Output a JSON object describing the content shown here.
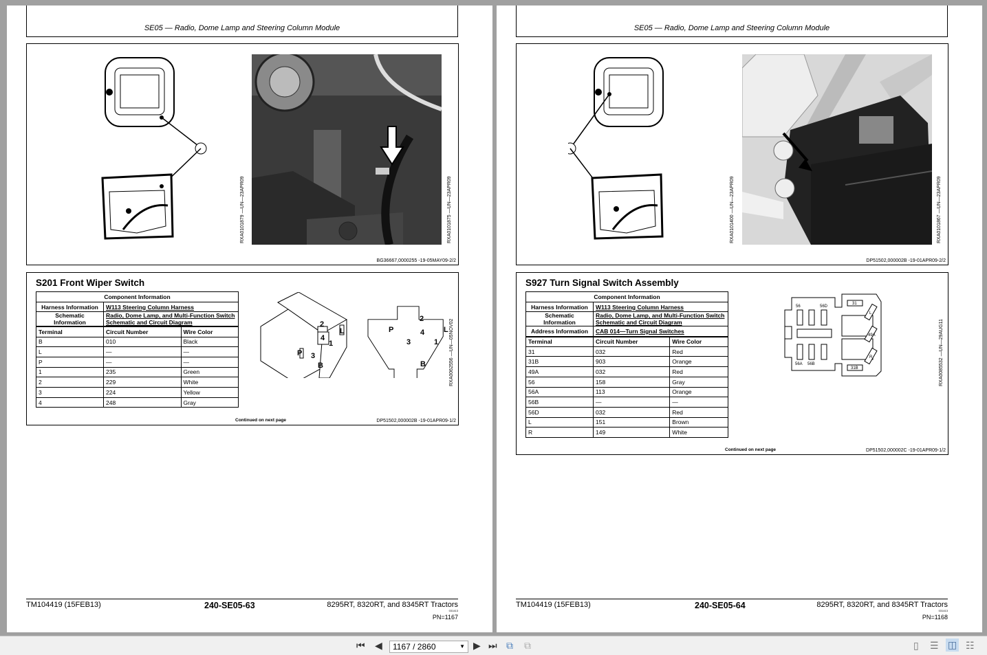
{
  "pages": [
    {
      "header": "SE05 — Radio, Dome Lamp and Steering Column Module",
      "figure": {
        "label1": "RXA0101879 —UN—23APR09",
        "label2": "RXA0101875 —UN—23APR09",
        "caption": "BG36667,0000255 -19-05MAY09-2/2"
      },
      "section": {
        "title": "S201 Front Wiper Switch",
        "component_info": "Component Information",
        "harness_label": "Harness Information",
        "harness_value": "W113 Steering Column Harness",
        "schematic_label": "Schematic Information",
        "schematic_value": "Radio, Dome Lamp, and Multi-Function Switch Schematic and Circuit Diagram",
        "columns": [
          "Terminal",
          "Circuit Number",
          "Wire Color"
        ],
        "rows": [
          [
            "B",
            "010",
            "Black"
          ],
          [
            "L",
            "—",
            "—"
          ],
          [
            "P",
            "—",
            "—"
          ],
          [
            "1",
            "235",
            "Green"
          ],
          [
            "2",
            "229",
            "White"
          ],
          [
            "3",
            "224",
            "Yellow"
          ],
          [
            "4",
            "248",
            "Gray"
          ]
        ],
        "diagram_label": "RXA0062556 —UN—05NOV02",
        "pins": [
          "2",
          "4",
          "P",
          "L",
          "3",
          "1",
          "B"
        ],
        "continued": "Continued on next page",
        "caption": "DP51502,000002B -19-01APR09-1/2"
      },
      "footer": {
        "left": "TM104419 (15FEB13)",
        "center": "240-SE05-63",
        "right": "8295RT, 8320RT, and 8345RT Tractors",
        "tiny": "031413",
        "pn": "PN=1167"
      }
    },
    {
      "header": "SE05 — Radio, Dome Lamp and Steering Column Module",
      "figure": {
        "label1": "RXA0101400 —UN—23APR09",
        "label2": "RXA0101867 —UN—23APR09",
        "caption": "DP51502,000002B -19-01APR09-2/2"
      },
      "section": {
        "title": "S927 Turn Signal Switch Assembly",
        "component_info": "Component Information",
        "harness_label": "Harness Information",
        "harness_value": "W113 Steering Column Harness",
        "schematic_label": "Schematic Information",
        "schematic_value": "Radio, Dome Lamp, and Multi-Function Switch Schematic and Circuit Diagram",
        "address_label": "Address Information",
        "address_value": "CAB 014—Turn Signal Switches",
        "columns": [
          "Terminal",
          "Circuit Number",
          "Wire Color"
        ],
        "rows": [
          [
            "31",
            "032",
            "Red"
          ],
          [
            "31B",
            "903",
            "Orange"
          ],
          [
            "49A",
            "032",
            "Red"
          ],
          [
            "56",
            "158",
            "Gray"
          ],
          [
            "56A",
            "113",
            "Orange"
          ],
          [
            "56B",
            "—",
            "—"
          ],
          [
            "56D",
            "032",
            "Red"
          ],
          [
            "L",
            "151",
            "Brown"
          ],
          [
            "R",
            "149",
            "White"
          ]
        ],
        "diagram_label": "RXA0085532 —UN—29AUG11",
        "pins": [
          "56",
          "56D",
          "31",
          "L",
          "49A",
          "R",
          "56A",
          "56B",
          "31B"
        ],
        "continued": "Continued on next page",
        "caption": "DP51502,000002C -19-01APR09-1/2"
      },
      "footer": {
        "left": "TM104419 (15FEB13)",
        "center": "240-SE05-64",
        "right": "8295RT, 8320RT, and 8345RT Tractors",
        "tiny": "031413",
        "pn": "PN=1168"
      }
    }
  ],
  "toolbar": {
    "page_value": "1167 / 2860",
    "active_view": "two-page",
    "icons": [
      "first-page-icon",
      "prev-page-icon",
      "next-page-icon",
      "last-page-icon",
      "rotate-icon",
      "copy-icon",
      "single-page-icon",
      "continuous-icon",
      "two-page-icon",
      "two-page-continuous-icon"
    ]
  }
}
